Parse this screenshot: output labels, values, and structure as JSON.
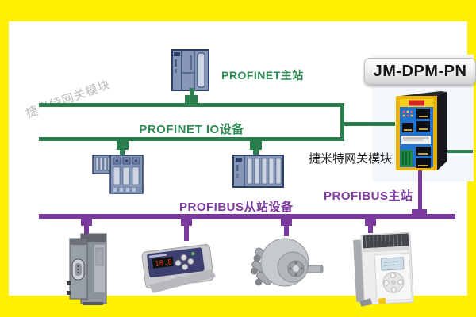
{
  "frame": {
    "color": "#FFF100"
  },
  "watermark": {
    "text": "捷米特网关模块",
    "color": "#ABABAB"
  },
  "gateway": {
    "model_label": "JM-DPM-PN",
    "caption": "捷米特网关模块"
  },
  "network": {
    "labels": {
      "profinet_master": "PROFINET主站",
      "profinet_io_devices": "PROFINET  IO设备",
      "profibus_slave_devices": "PROFIBUS从站设备",
      "profibus_master": "PROFIBUS主站"
    },
    "colors": {
      "profinet_green": "#2E8A55",
      "profibus_purple": "#7E3BA0",
      "frame_yellow": "#FFF100",
      "watermark_gray": "#ABABAB"
    }
  },
  "device_images": [
    "profinet-master-plc",
    "profinet-io-device-1",
    "profinet-io-device-2",
    "gateway-module",
    "profibus-slave-interface-module",
    "weighing-indicator",
    "rotary-encoder",
    "frequency-drive"
  ]
}
